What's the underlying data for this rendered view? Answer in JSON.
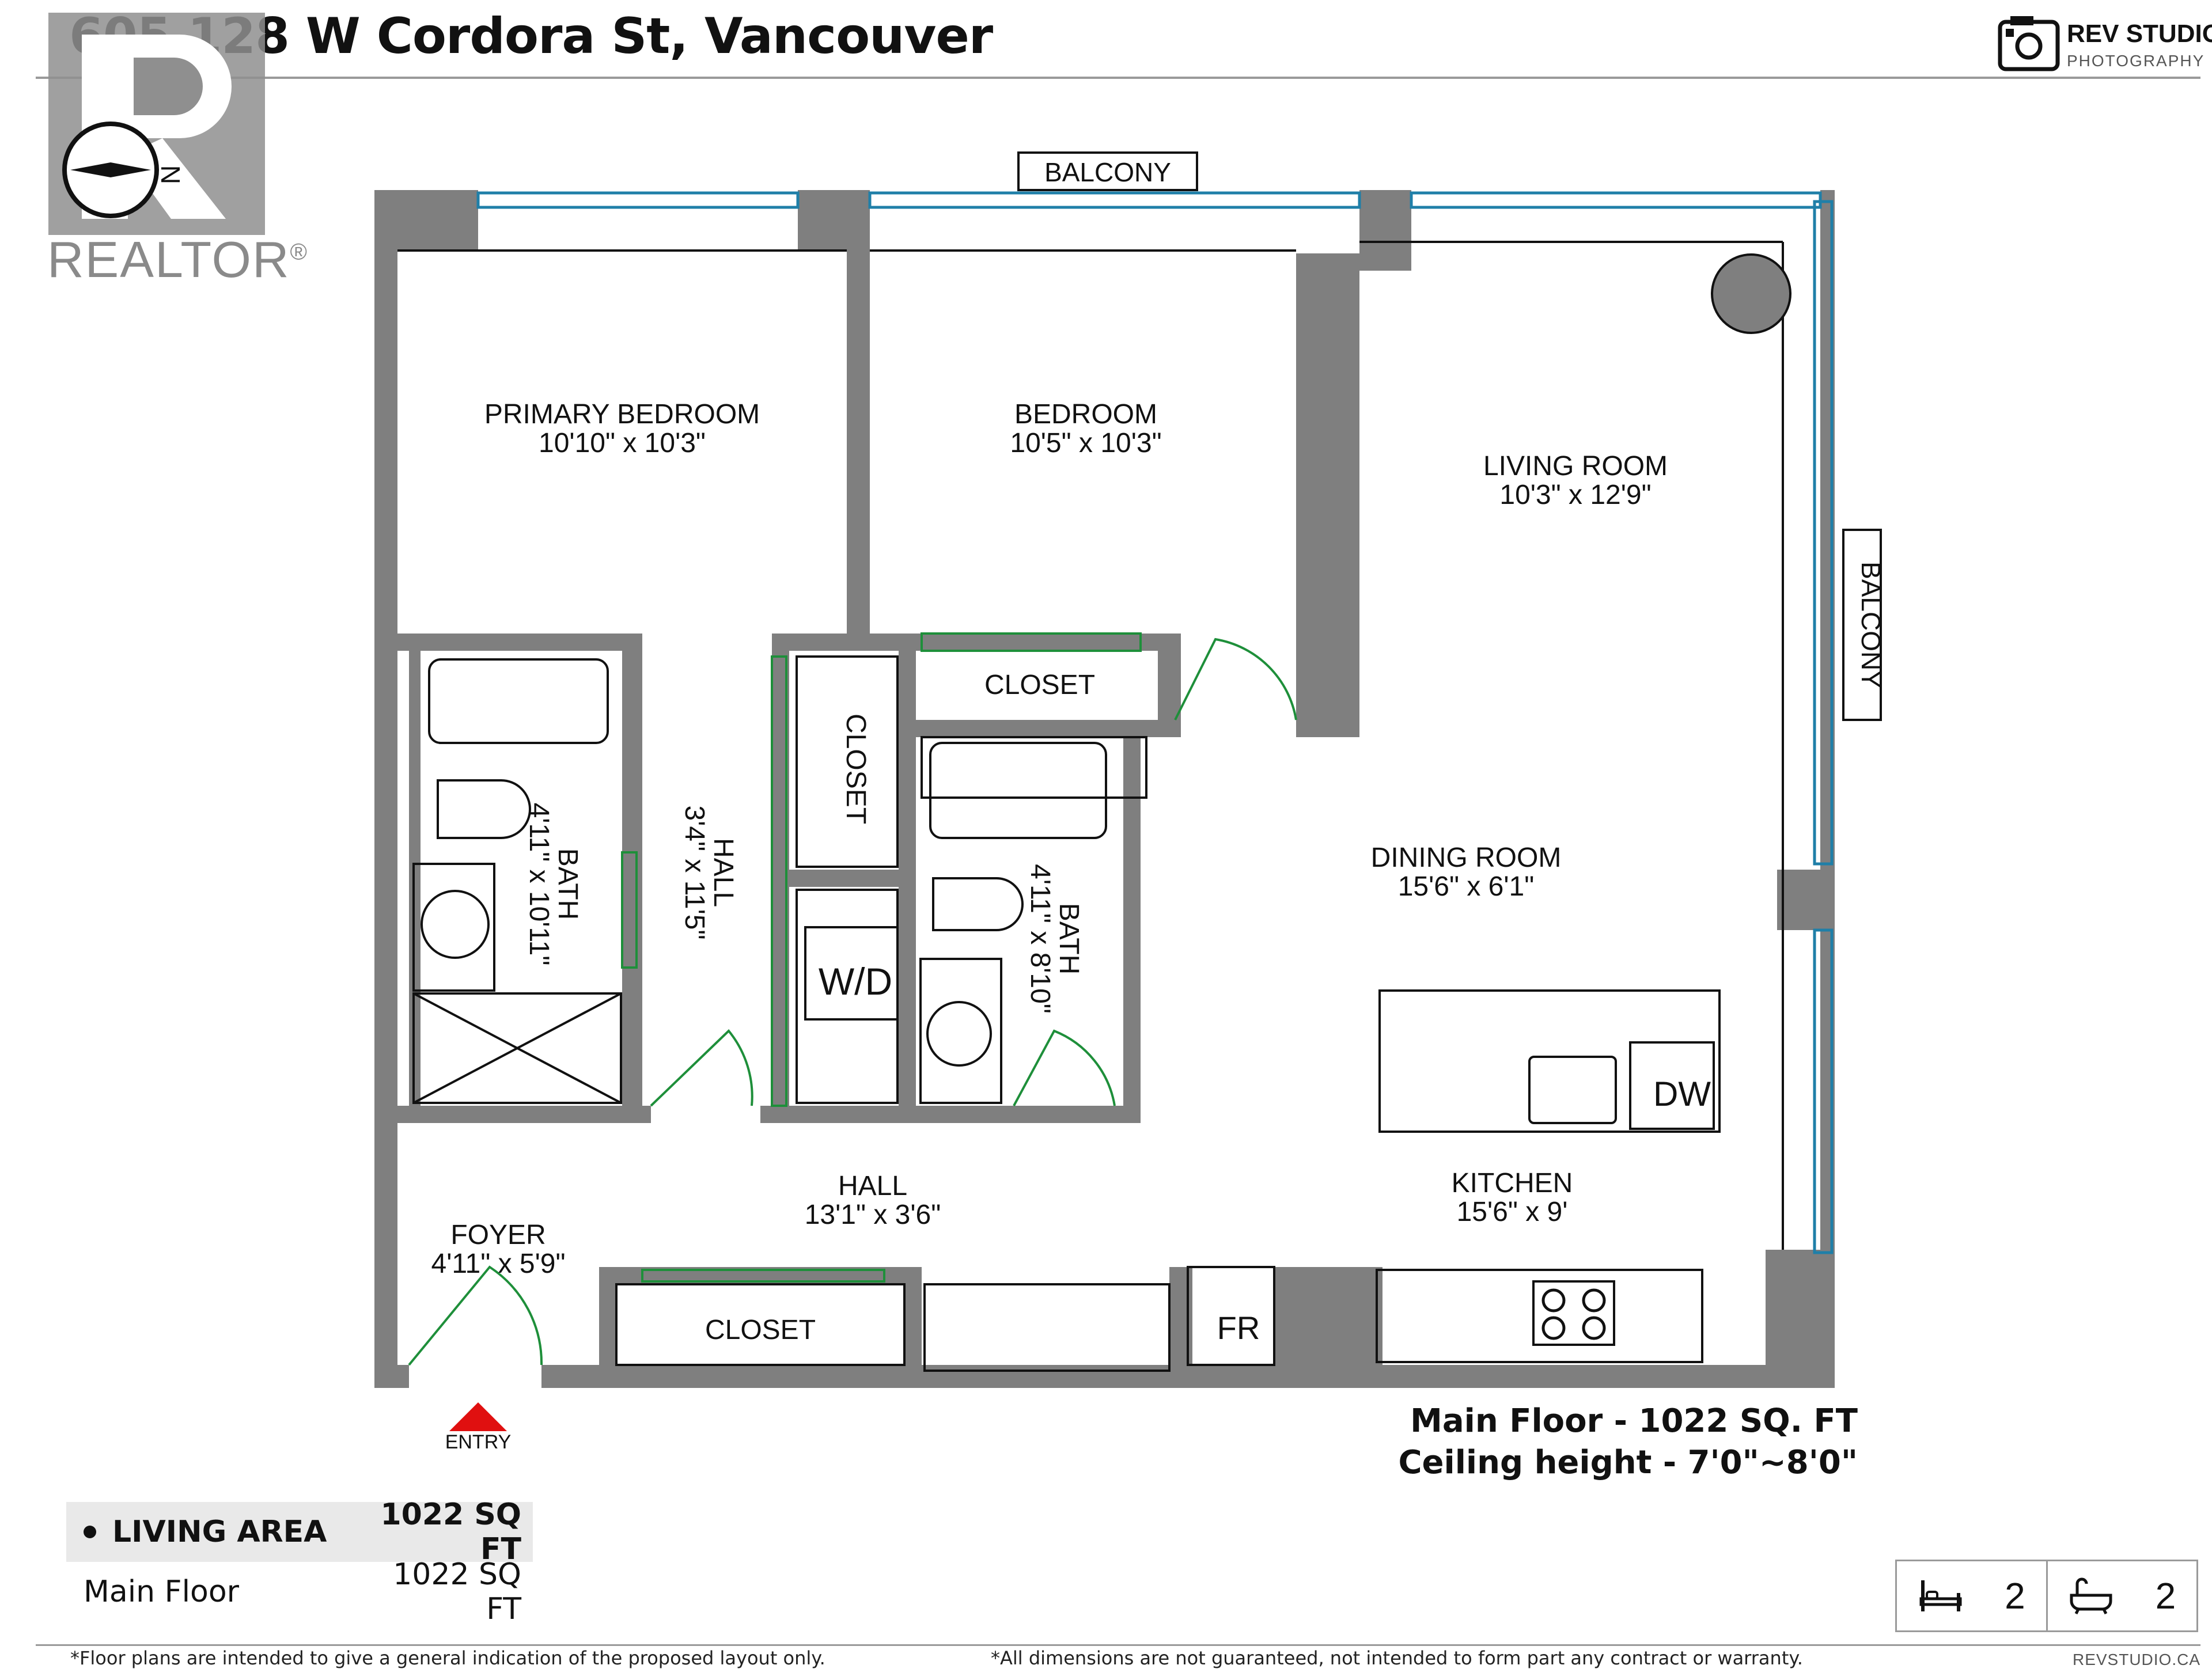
{
  "title": "605 128 W Cordora St, Vancouver",
  "brand": {
    "name": "REV STUDIO",
    "sub": "PHOTOGRAPHY",
    "site": "REVSTUDIO.CA"
  },
  "realtor": {
    "word": "REALTOR",
    "mark": "®"
  },
  "rooms": {
    "primary_bedroom": {
      "name": "PRIMARY BEDROOM",
      "dims": "10'10\" x 10'3\""
    },
    "bedroom": {
      "name": "BEDROOM",
      "dims": "10'5\" x 10'3\""
    },
    "living_room": {
      "name": "LIVING ROOM",
      "dims": "10'3\" x 12'9\""
    },
    "dining_room": {
      "name": "DINING ROOM",
      "dims": "15'6\" x 6'1\""
    },
    "kitchen": {
      "name": "KITCHEN",
      "dims": "15'6\" x 9'"
    },
    "hall_main": {
      "name": "HALL",
      "dims": "13'1\" x 3'6\""
    },
    "hall_vertical": {
      "name": "HALL",
      "dims": "3'4\" x 11'5\""
    },
    "bath_primary": {
      "name": "BATH",
      "dims": "4'11\" x 10'11\""
    },
    "bath_second": {
      "name": "BATH",
      "dims": "4'11\" x 8'10\""
    },
    "foyer": {
      "name": "FOYER",
      "dims": "4'11\" x 5'9\""
    },
    "closet_bedroom": "CLOSET",
    "closet_hall": "CLOSET",
    "closet_foyer": "CLOSET",
    "balcony_top": "BALCONY",
    "balcony_side": "BALCONY",
    "wd": "W/D",
    "fr": "FR",
    "dw": "DW",
    "entry": "ENTRY"
  },
  "floor_summary": {
    "line1": "Main Floor - 1022 SQ. FT",
    "line2": "Ceiling height - 7'0\"~8'0\""
  },
  "area_table": {
    "header_label": "LIVING AREA",
    "header_value": "1022 SQ FT",
    "rows": [
      {
        "label": "Main Floor",
        "value": "1022 SQ FT"
      }
    ]
  },
  "counts": {
    "bedrooms": "2",
    "bathrooms": "2"
  },
  "disclaimers": {
    "left": "*Floor plans are intended to give a general indication of the proposed layout only.",
    "right": "*All dimensions are not guaranteed, not intended to form part any contract or warranty."
  },
  "colors": {
    "wall": "#7f7f7f",
    "window": "#1f7fa8",
    "door": "#1e8f3a",
    "entry_arrow": "#e01010"
  }
}
